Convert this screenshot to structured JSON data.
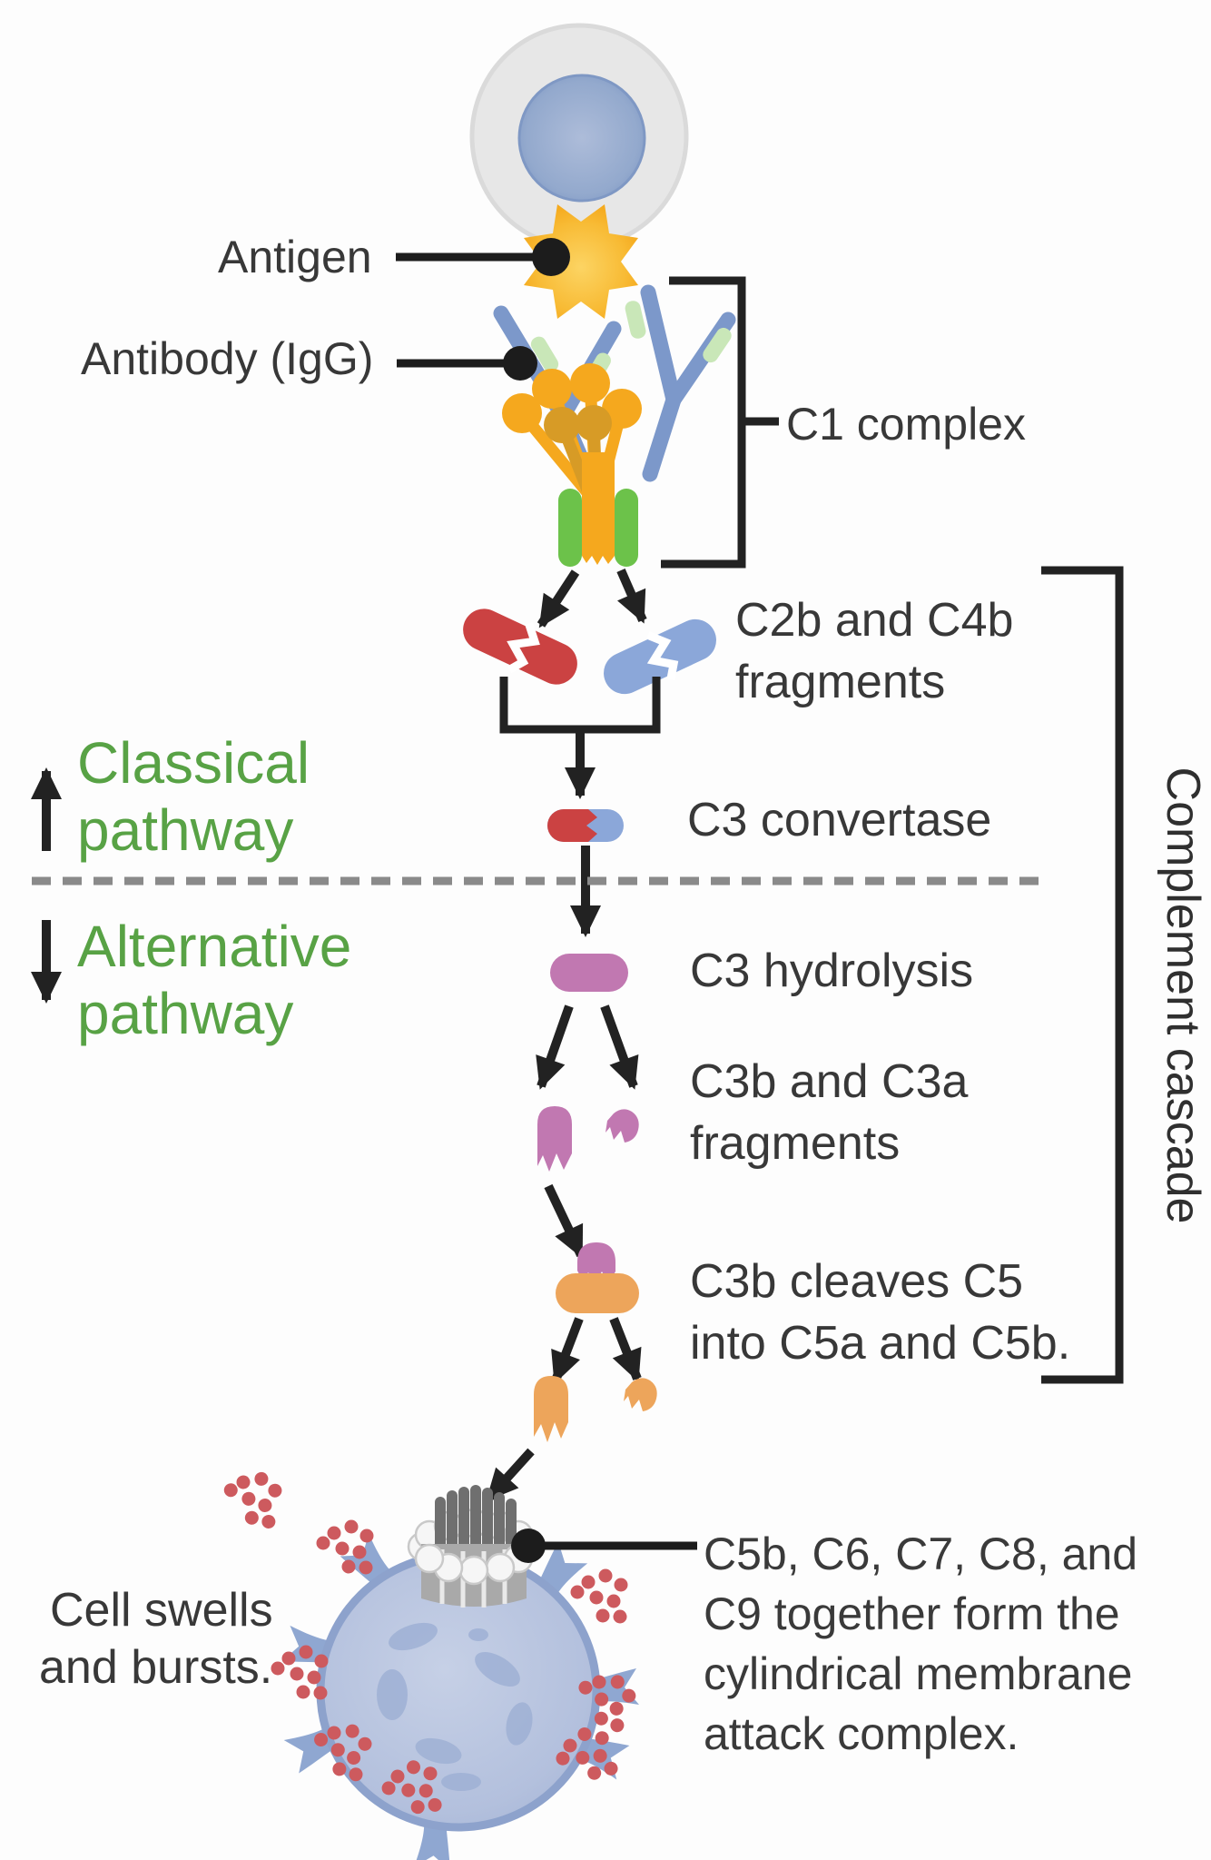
{
  "title": "Complement cascade diagram",
  "labels": {
    "antigen": "Antigen",
    "antibody": "Antibody (IgG)",
    "c1_complex": "C1 complex",
    "c2b_c4b_line1": "C2b and C4b",
    "c2b_c4b_line2": "fragments",
    "c3_convertase": "C3 convertase",
    "c3_hydrolysis": "C3 hydrolysis",
    "c3b_c3a_line1": "C3b and C3a",
    "c3b_c3a_line2": "fragments",
    "c5_line1": "C3b cleaves C5",
    "c5_line2": "into C5a and C5b.",
    "classical_line1": "Classical",
    "classical_line2": "pathway",
    "alternative_line1": "Alternative",
    "alternative_line2": "pathway",
    "complement_cascade": "Complement cascade",
    "cell_line1": "Cell swells",
    "cell_line2": "and bursts.",
    "mac_line1": "C5b, C6, C7, C8, and",
    "mac_line2": "C9 together form the",
    "mac_line3": "cylindrical membrane",
    "mac_line4": "attack complex."
  },
  "colors": {
    "pathway_green": "#58a245",
    "line_black": "#222222",
    "text_dark": "#383838",
    "antigen_yellow": "#f6ac1d",
    "antigen_yellow_light": "#fcd463",
    "c1_yellow": "#f5a81e",
    "c1_yellow_dark": "#d79b26",
    "c1_rod_green": "#6cc24a",
    "antibody_blue": "#7c98ca",
    "antibody_patch_green": "#c9e7b8",
    "c2b_red": "#cb4242",
    "c4b_blue": "#8ba7d9",
    "purple": "#c178b1",
    "orange": "#eda55b",
    "cell_gray": "#e7e7e7",
    "nucleus_blue": "#8ba3cb",
    "host_cell_blue": "#b3c0dd",
    "host_cell_edge": "#8da2cc",
    "granule_red": "#cd5a5e",
    "dashed_gray": "#8a8a8a",
    "mac_gray": "#a9a9a9",
    "mac_dark_gray": "#6f6f6f"
  }
}
